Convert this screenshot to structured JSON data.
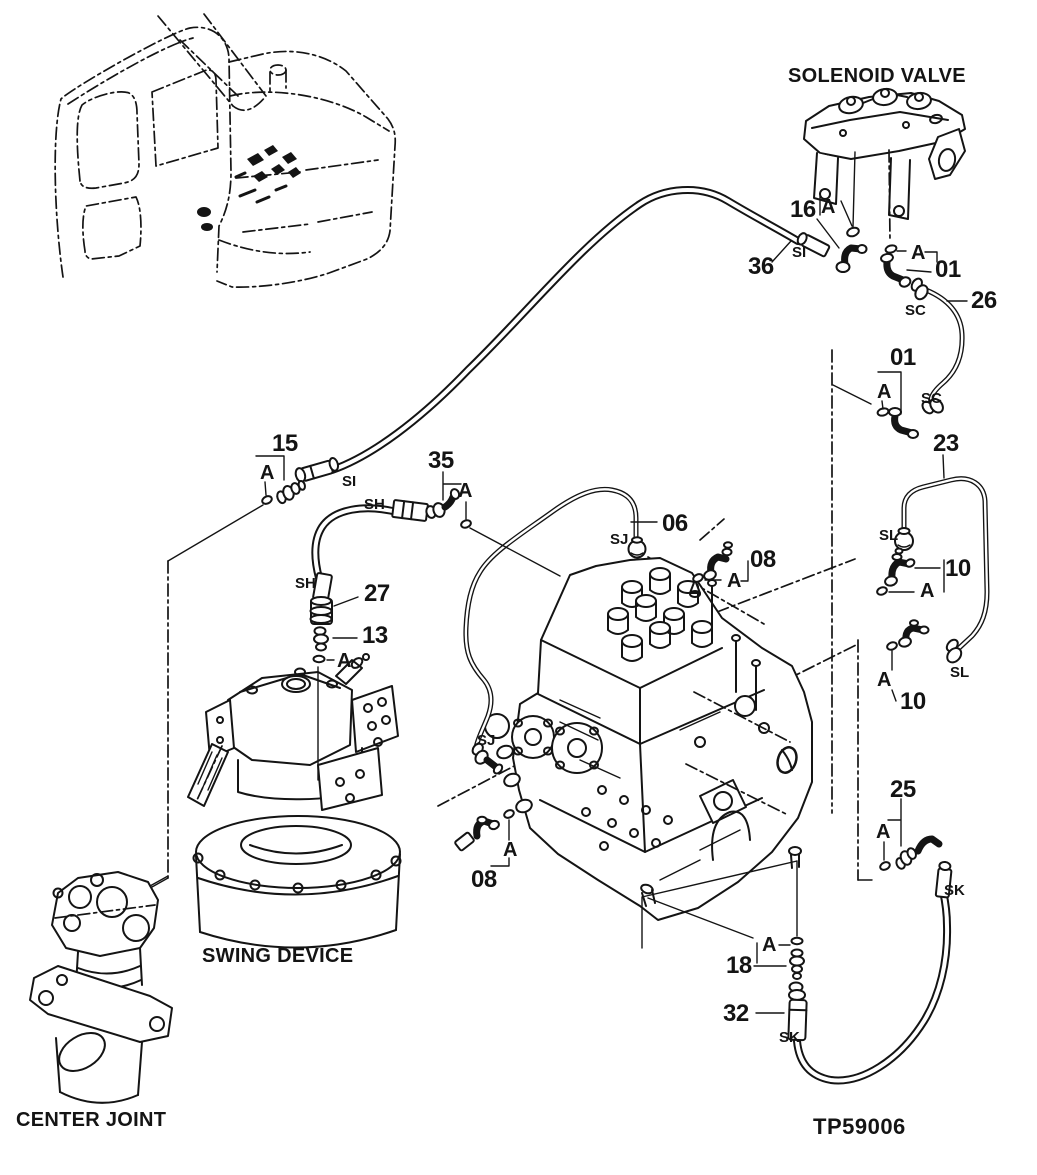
{
  "diagram": {
    "paper_color": "#ffffff",
    "ink_color": "#141414",
    "titles": {
      "solenoid_valve": "SOLENOID VALVE",
      "swing_device": "SWING DEVICE",
      "center_joint": "CENTER JOINT"
    },
    "drawing_number": "TP59006",
    "ref_letter": "A",
    "ports": {
      "si": "SI",
      "sc": "SC",
      "sh": "SH",
      "sj": "SJ",
      "sl": "SL",
      "sk": "SK"
    },
    "parts": [
      {
        "label": "36"
      },
      {
        "label": "16"
      },
      {
        "label": "01"
      },
      {
        "label": "26"
      },
      {
        "label": "01"
      },
      {
        "label": "23"
      },
      {
        "label": "10"
      },
      {
        "label": "10"
      },
      {
        "label": "25"
      },
      {
        "label": "18"
      },
      {
        "label": "32"
      },
      {
        "label": "15"
      },
      {
        "label": "35"
      },
      {
        "label": "27"
      },
      {
        "label": "13"
      },
      {
        "label": "06"
      },
      {
        "label": "08"
      },
      {
        "label": "08"
      }
    ]
  }
}
